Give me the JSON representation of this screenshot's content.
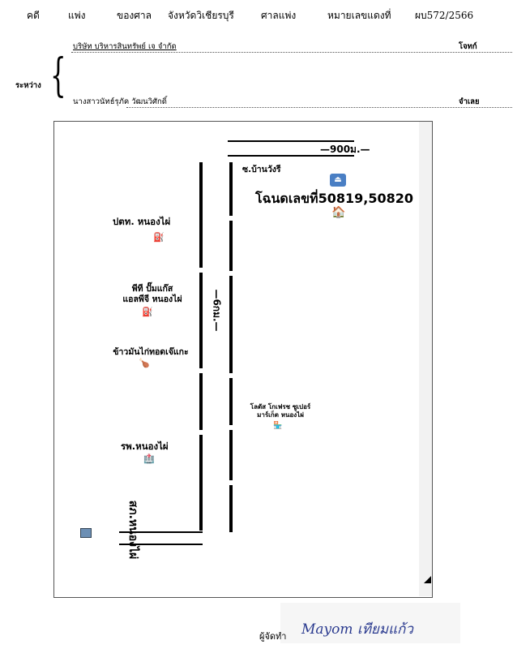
{
  "header": {
    "case_label": "คดี",
    "case_type": "แพ่ง",
    "court_of_label": "ของศาล",
    "court_name": "จังหวัดวิเชียรบุรี",
    "court_type": "ศาลแพ่ง",
    "red_number_label": "หมายเลขแดงที่",
    "red_number": "ผบ572/2566"
  },
  "parties": {
    "between_label": "ระหว่าง",
    "plaintiff_name": "บริษัท บริหารสินทรัพย์ เจ จำกัด",
    "plaintiff_role": "โจทก์",
    "defendant_name": "นางสาวนัทธ์รุภัค วัฒนวิศักดิ์",
    "defendant_role": "จำเลย"
  },
  "map": {
    "distance_top": "—900ม.—",
    "distance_main": "—6กม.—",
    "soi_label": "ซ.บ้านวังรี",
    "deed_label": "โฉนดเลขที่50819,50820",
    "ptt_label": "ปตท. หนองไผ่",
    "pt_line1": "พีที ปั๊มแก๊ส",
    "pt_line2": "แอลพีจี หนองไผ่",
    "food_label": "ข้าวมันไก่ทอดเจ๊แกะ",
    "hospital_label": "รพ.หนองไผ่",
    "lotus_line1": "โลตัส โกเฟรช ซูเปอร์",
    "lotus_line2": "มาร์เก็ต หนองไผ่",
    "district_label": "สภ.หนองไผ่",
    "icons": {
      "deed_marker": "eject-icon",
      "house": "house-icon",
      "gas1": "fuel-pump-icon",
      "gas2": "fuel-pump-icon",
      "food": "food-icon",
      "hospital": "hospital-icon",
      "shop": "shop-icon",
      "building": "building-icon"
    }
  },
  "footer": {
    "maker_label": "ผู้จัดทำ",
    "signature": "Mayom เทียมแก้ว"
  }
}
